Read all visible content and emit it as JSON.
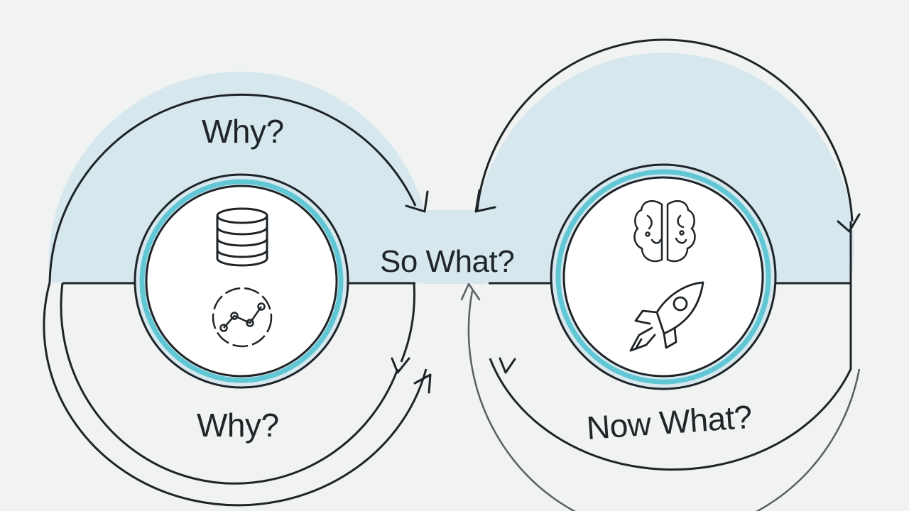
{
  "labels": {
    "why_top": "Why?",
    "so_what": "So What?",
    "why_bottom": "Why?",
    "now_what": "Now What?"
  },
  "icons": {
    "left_top": "database-icon",
    "left_bottom": "chart-nodes-icon",
    "right_top": "brain-icon",
    "right_bottom": "rocket-icon"
  },
  "colors": {
    "background": "#f1f2f2",
    "band_fill": "#d6e8ee",
    "stroke": "#1e2428",
    "accent_ring": "#62c7d4",
    "inner_fill": "#ffffff"
  }
}
